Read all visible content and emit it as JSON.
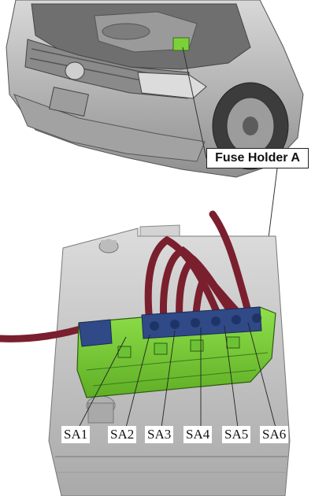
{
  "callout": {
    "title": "Fuse Holder A"
  },
  "fuse_labels": [
    "SA1",
    "SA2",
    "SA3",
    "SA4",
    "SA5",
    "SA6"
  ],
  "colors": {
    "fuse_holder_green": "#7bd13a",
    "cable_maroon": "#7a1f2e",
    "fuse_blue": "#2f4a86",
    "battery_gray": "#c9c9c9",
    "car_gray": "#b5b5b5"
  }
}
